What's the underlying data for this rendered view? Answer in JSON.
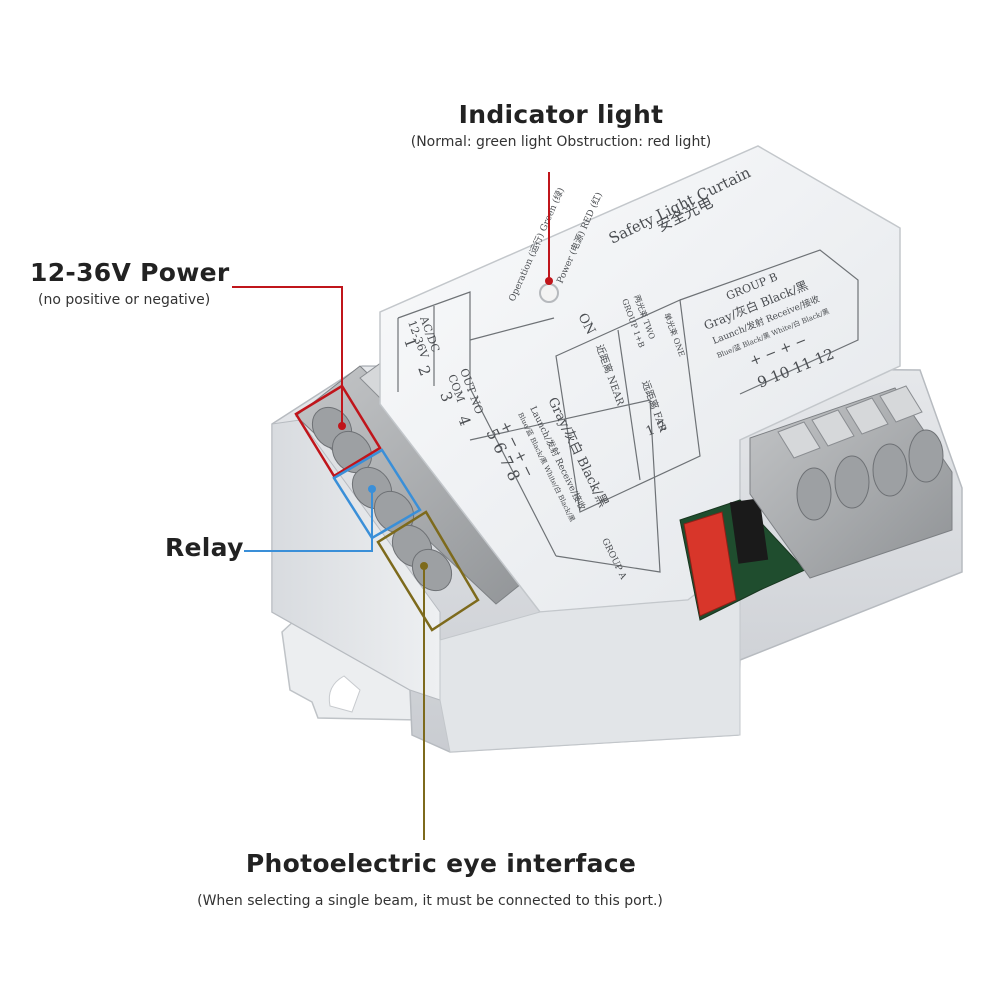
{
  "callouts": {
    "indicator": {
      "title": "Indicator light",
      "subtitle": "(Normal: green light Obstruction: red light)",
      "color": "#c0151b"
    },
    "power": {
      "title": "12-36V Power",
      "subtitle": "(no positive or negative)",
      "color": "#c0151b"
    },
    "relay": {
      "title": "Relay",
      "color": "#3a8fd8"
    },
    "photo": {
      "title": "Photoelectric eye interface",
      "subtitle": "(When selecting a single beam, it must be connected to this port.)",
      "color": "#7d6a1c"
    }
  },
  "device": {
    "label_en": "Safety Light Curtain",
    "label_cn": "安全光电",
    "power_led": "Power (电源) RED (红)",
    "operation_led": "Operation (运行) Green (绿)",
    "on": "ON",
    "left_terminals": [
      {
        "num": "1",
        "label": "AC/DC"
      },
      {
        "num": "2",
        "label": "12-36V"
      },
      {
        "num": "3",
        "label": "OUT NO"
      },
      {
        "num": "4",
        "label": "COM"
      }
    ],
    "group_a": {
      "title": "Gray/灰白 Black/黑",
      "sub": "Launch/发射 Receive/接收",
      "sub2": "Blue/蓝 Black/黑 White/白 Black/黑",
      "signs": "+ − + −",
      "nums": "5 6 7 8",
      "name": "GROUP A"
    },
    "group_b": {
      "title": "GROUP B",
      "line1": "Gray/灰白 Black/黑",
      "line2": "Launch/发射 Receive/接收",
      "line3": "Blue/蓝 Black/黑 White/白 Black/黑",
      "signs": "+ − + −",
      "nums": "9 10 11 12"
    },
    "switch": {
      "group1": "GROUP 1+B",
      "two": "两光束 TWO",
      "one": "单光束 ONE",
      "near": "近距离 NEAR",
      "far": "远距离 FAR",
      "nums": "1 2"
    }
  }
}
